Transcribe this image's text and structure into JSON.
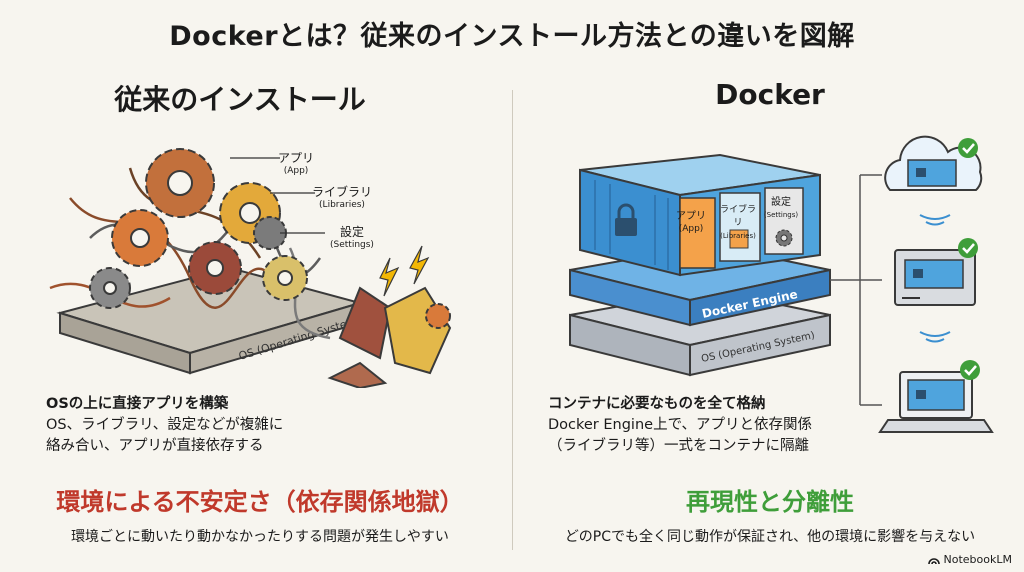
{
  "title": "Dockerとは？従来のインストール方法との違いを図解",
  "left": {
    "heading": "従来のインストール",
    "labels": [
      {
        "main": "アプリ",
        "sub": "(App)"
      },
      {
        "main": "ライブラリ",
        "sub": "(Libraries)"
      },
      {
        "main": "設定",
        "sub": "(Settings)"
      }
    ],
    "os_label": "OS (Operating System)",
    "desc_bold": "OSの上に直接アプリを構築",
    "desc_line1": "OS、ライブラリ、設定などが複雑に",
    "desc_line2": "絡み合い、アプリが直接依存する",
    "result": "環境による不安定さ（依存関係地獄）",
    "note": "環境ごとに動いたり動かなかったりする問題が発生しやすい"
  },
  "right": {
    "heading": "Docker",
    "container_boxes": [
      {
        "main": "アプリ",
        "sub": "(App)"
      },
      {
        "main": "ライブラリ",
        "sub": "(Libraries)"
      },
      {
        "main": "設定",
        "sub": "(Settings)"
      }
    ],
    "engine_label": "Docker Engine",
    "os_label": "OS (Operating System)",
    "desc_bold": "コンテナに必要なものを全て格納",
    "desc_line1": "Docker Engine上で、アプリと依存関係",
    "desc_line2": "（ライブラリ等）一式をコンテナに隔離",
    "result": "再現性と分離性",
    "note": "どのPCでも全く同じ動作が保証され、他の環境に影響を与えない"
  },
  "brand": "NotebookLM",
  "icons": [
    "lock-icon",
    "gear-icon",
    "check-icon",
    "cloud-icon",
    "server-icon",
    "laptop-icon",
    "wifi-icon",
    "lightning-icon"
  ],
  "colors": {
    "warning_red": "#c0392b",
    "success_green": "#3f9e3a",
    "container_blue": "#3b8fd0"
  }
}
